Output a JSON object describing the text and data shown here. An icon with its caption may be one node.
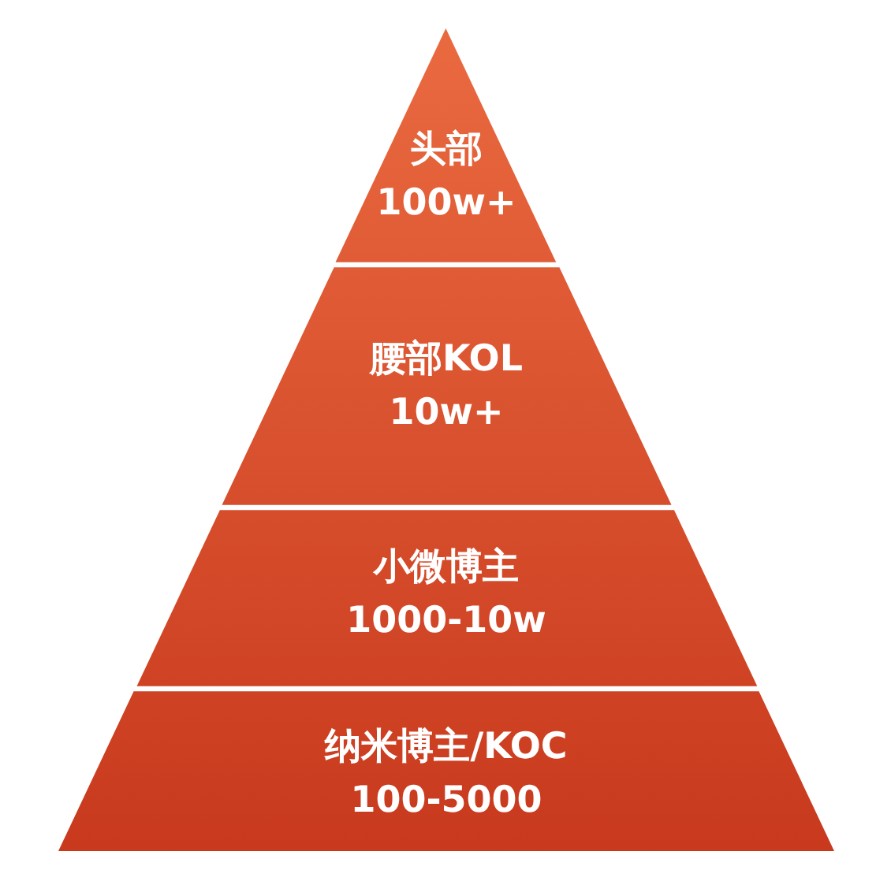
{
  "diagram": {
    "nodes": [
      {
        "text": [
          "头部",
          "100w+"
        ]
      },
      {
        "text": [
          "腰部KOL",
          "10w+"
        ]
      },
      {
        "text": [
          "小微博主",
          "1000-10w"
        ]
      },
      {
        "text": [
          "纳米博主/KOC",
          "100-5000"
        ]
      }
    ]
  }
}
